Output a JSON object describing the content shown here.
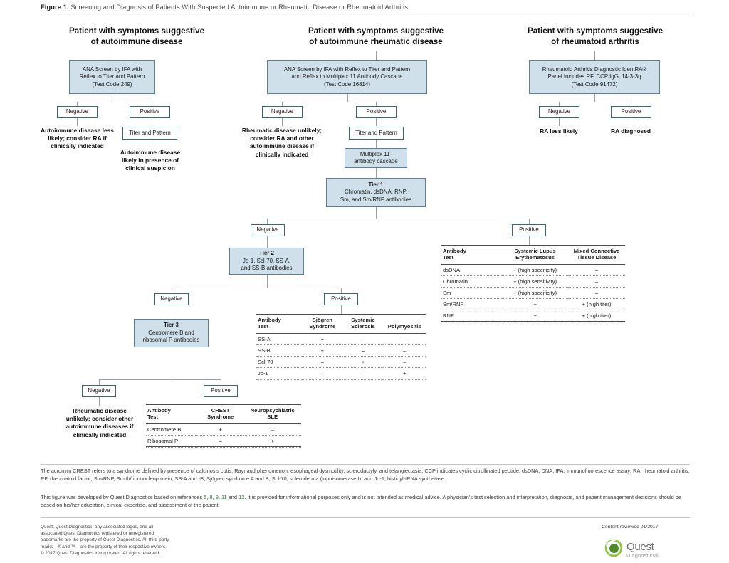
{
  "figure": {
    "label": "Figure 1.",
    "caption": "Screening and Diagnosis of Patients With Suspected Autoimmune or Rheumatic Disease or Rheumatoid  Arthritis"
  },
  "columns": {
    "left": {
      "heading_line1": "Patient with symptoms suggestive",
      "heading_line2": "of autoimmune disease",
      "test_box_line1": "ANA Screen by IFA with",
      "test_box_line2": "Reflex to  Titer and Pattern",
      "test_box_line3": "(Test Code 249)",
      "negative_label": "Negative",
      "positive_label": "Positive",
      "negative_outcome": "Autoimmune disease less likely; consider RA if clinically indicated",
      "titer_box": "Titer and Pattern",
      "positive_outcome": "Autoimmune disease  likely in presence of clinical suspicion"
    },
    "middle": {
      "heading_line1": "Patient with symptoms suggestive",
      "heading_line2": "of autoimmune rheumatic disease",
      "test_box_line1": "ANA Screen by IFA with Reflex to Titer and Pattern",
      "test_box_line2": "and Reflex to Multiplex 11 Antibody Cascade",
      "test_box_line3": "(Test Code 16814)",
      "negative_label": "Negative",
      "positive_label": "Positive",
      "negative_outcome": "Rheumatic disease unlikely; consider RA and  other autoimmune disease if clinically indicated",
      "titer_box": "Titer and Pattern",
      "multiplex_box_line1": "Multiplex 11-",
      "multiplex_box_line2": "antibody cascade",
      "tier1_title": "Tier 1",
      "tier1_line1": "Chromatin, dsDNA, RNP,",
      "tier1_line2": "Sm, and Sm/RNP antibodies",
      "tier1_negative": "Negative",
      "tier1_positive": "Positive",
      "tier2_title": "Tier 2",
      "tier2_line1": "Jo-1, Scl-70, SS-A,",
      "tier2_line2": "and SS-B antibodies",
      "tier2_negative": "Negative",
      "tier2_positive": "Positive",
      "tier3_title": "Tier 3",
      "tier3_line1": "Centromere B and",
      "tier3_line2": "ribosomal P antibodies",
      "tier3_negative": "Negative",
      "tier3_positive": "Positive",
      "tier3_negative_outcome": "Rheumatic disease unlikely; consider other autoimmune diseases if clinically indicated"
    },
    "right": {
      "heading_line1": "Patient with symptoms suggestive",
      "heading_line2": "of rheumatoid arthritis",
      "test_box_line1": "Rheumatoid Arthritis Diagnostic IdentRA®",
      "test_box_line2": "Panel Includes  RF, CCP IgG, 14-3-3η",
      "test_box_line3": "(Test Code 91472)",
      "negative_label": "Negative",
      "positive_label": "Positive",
      "negative_outcome": "RA less likely",
      "positive_outcome": "RA diagnosed"
    }
  },
  "tables": {
    "tier1_positive": {
      "headers": [
        "Antibody Test",
        "Systemic Lupus Erythematosus",
        "Mixed Connective Tissue Disease"
      ],
      "header_lines": [
        [
          "Antibody",
          "Test"
        ],
        [
          "Systemic Lupus",
          "Erythematosus"
        ],
        [
          "Mixed Connective",
          "Tissue Disease"
        ]
      ],
      "rows": [
        [
          "dsDNA",
          "+ (high specificity)",
          "–"
        ],
        [
          "Chromatin",
          "+ (high sensitivity)",
          "–"
        ],
        [
          "Sm",
          "+ (high specificity)",
          "–"
        ],
        [
          "Sm/RNP",
          "+",
          "+ (high titer)"
        ],
        [
          "RNP",
          "+",
          "+ (high titer)"
        ]
      ]
    },
    "tier2_positive": {
      "headers": [
        "Antibody Test",
        "Sjögren Syndrome",
        "Systemic Sclerosis",
        "Polymyositis"
      ],
      "header_lines": [
        [
          "Antibody",
          "Test"
        ],
        [
          "Sjögren",
          "Syndrome"
        ],
        [
          "Systemic",
          "Sclerosis"
        ],
        [
          "Polymyositis",
          ""
        ]
      ],
      "rows": [
        [
          "SS-A",
          "+",
          "–",
          "–"
        ],
        [
          "SS-B",
          "+",
          "–",
          "–"
        ],
        [
          "Scl-70",
          "–",
          "+",
          "–"
        ],
        [
          "Jo-1",
          "–",
          "–",
          "+"
        ]
      ]
    },
    "tier3_positive": {
      "headers": [
        "Antibody Test",
        "CREST Syndrome",
        "Neuropsychiatric SLE"
      ],
      "header_lines": [
        [
          "Antibody",
          "Test"
        ],
        [
          "CREST",
          "Syndrome"
        ],
        [
          "Neuropsychiatric",
          "SLE"
        ]
      ],
      "rows": [
        [
          "Centromere B",
          "+",
          "–"
        ],
        [
          "Ribosomal P",
          "–",
          "+"
        ]
      ]
    }
  },
  "footnotes": {
    "abbreviations": "The acronym CREST refers to a syndrome defined by presence of calcinosis cutis, Raynaud phenomenon, esophageal dysmotility, sclerodactyly, and telangiectasia. CCP indicates cyclic citrullinated peptide; dsDNA, DNA; IFA, immunofluorescence assay; RA, rheumatoid arthritis; RF, rheumatoid factor; Sm/RNP, Smith/ribonucleoprotein; SS-A and -B, Sjögren syndrome A and B; Scl-70, scleroderma (topoisomerase I); and Jo-1, histidyl-tRNA synthetase.",
    "disclaimer_pre": "This figure was developed by Quest Diagnostics based on references ",
    "disclaimer_refs": [
      "5",
      "8",
      "9",
      "11",
      "12"
    ],
    "disclaimer_post": ". It is provided for informational purposes only and is not intended as medical advice. A physician’s test selection and interpretation, diagnosis, and patient management decisions should be based on his/her education, clinical expertise, and assessment of the patient.",
    "disclaimer_and": " and "
  },
  "legal": {
    "line1": "Quest, Quest Diagnostics, any associated logos, and all",
    "line2": "associated Quest Diagnostics registered or unregistered",
    "line3": "trademarks are the property of Quest Diagnostics. All third-party",
    "line4": "marks—® and ™—are the property of their respective owners.",
    "line5": "© 2017 Quest Diagnostics Incorporated. All rights reserved."
  },
  "brand": {
    "reviewed": "Content reviewed 01/2017",
    "name": "Quest",
    "sub": "Diagnostics®"
  }
}
